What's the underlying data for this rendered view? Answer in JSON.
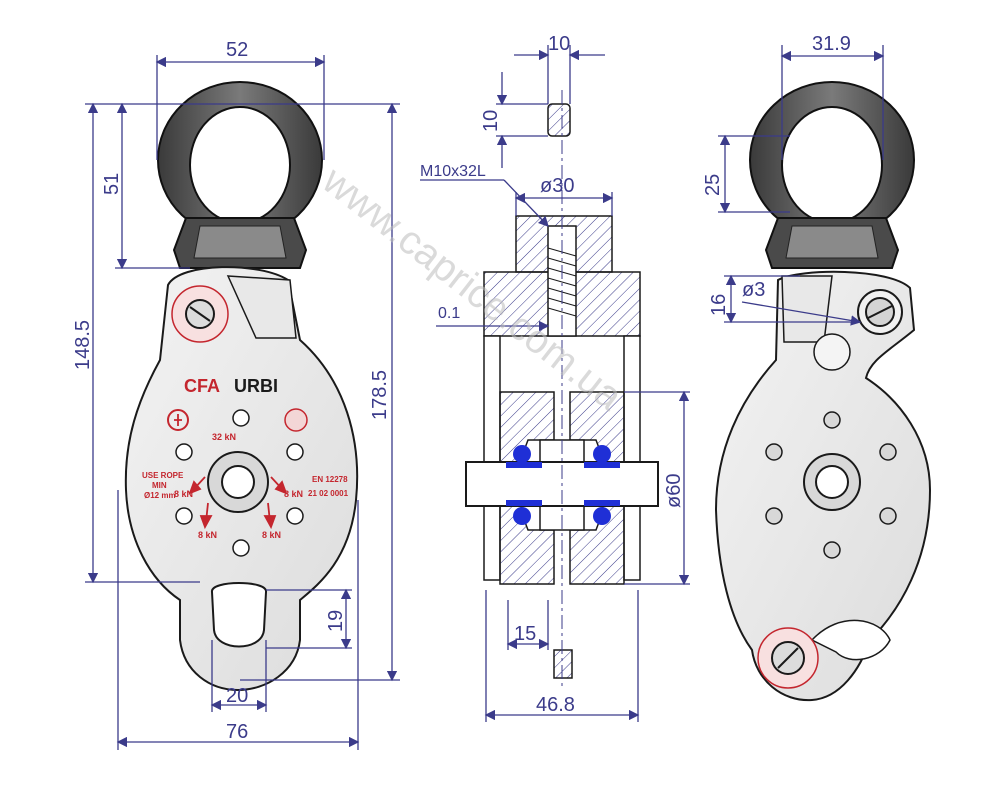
{
  "watermark": "www.caprice.com.ua",
  "front_view": {
    "brand": "CFA",
    "model": "URBI",
    "standard": "EN 12278",
    "serial": "21 02 0001",
    "use_rope_line1": "USE ROPE",
    "use_rope_line2": "MIN",
    "use_rope_line3": "Ø12 mm",
    "load_top": "32 kN",
    "load_left": "8 kN",
    "load_right": "8 kN",
    "load_bl": "8 kN",
    "load_br": "8 kN"
  },
  "dimensions": {
    "front_top_width": "52",
    "front_eye_height": "51",
    "front_overall_148": "148.5",
    "front_overall_178": "178.5",
    "front_bottom_eye_height": "19",
    "front_bottom_eye_width": "20",
    "front_total_width": "76",
    "side_axle_width": "10",
    "side_axle_height": "10",
    "side_bolt": "M10x32L",
    "side_head_diam": "ø30",
    "side_gap": "0.1",
    "side_sheave_diam": "ø60",
    "side_groove": "15",
    "side_total_width": "46.8",
    "back_top_width": "31.9",
    "back_eye_height": "25",
    "back_pin_offset": "16",
    "back_pin_diam": "ø3"
  }
}
